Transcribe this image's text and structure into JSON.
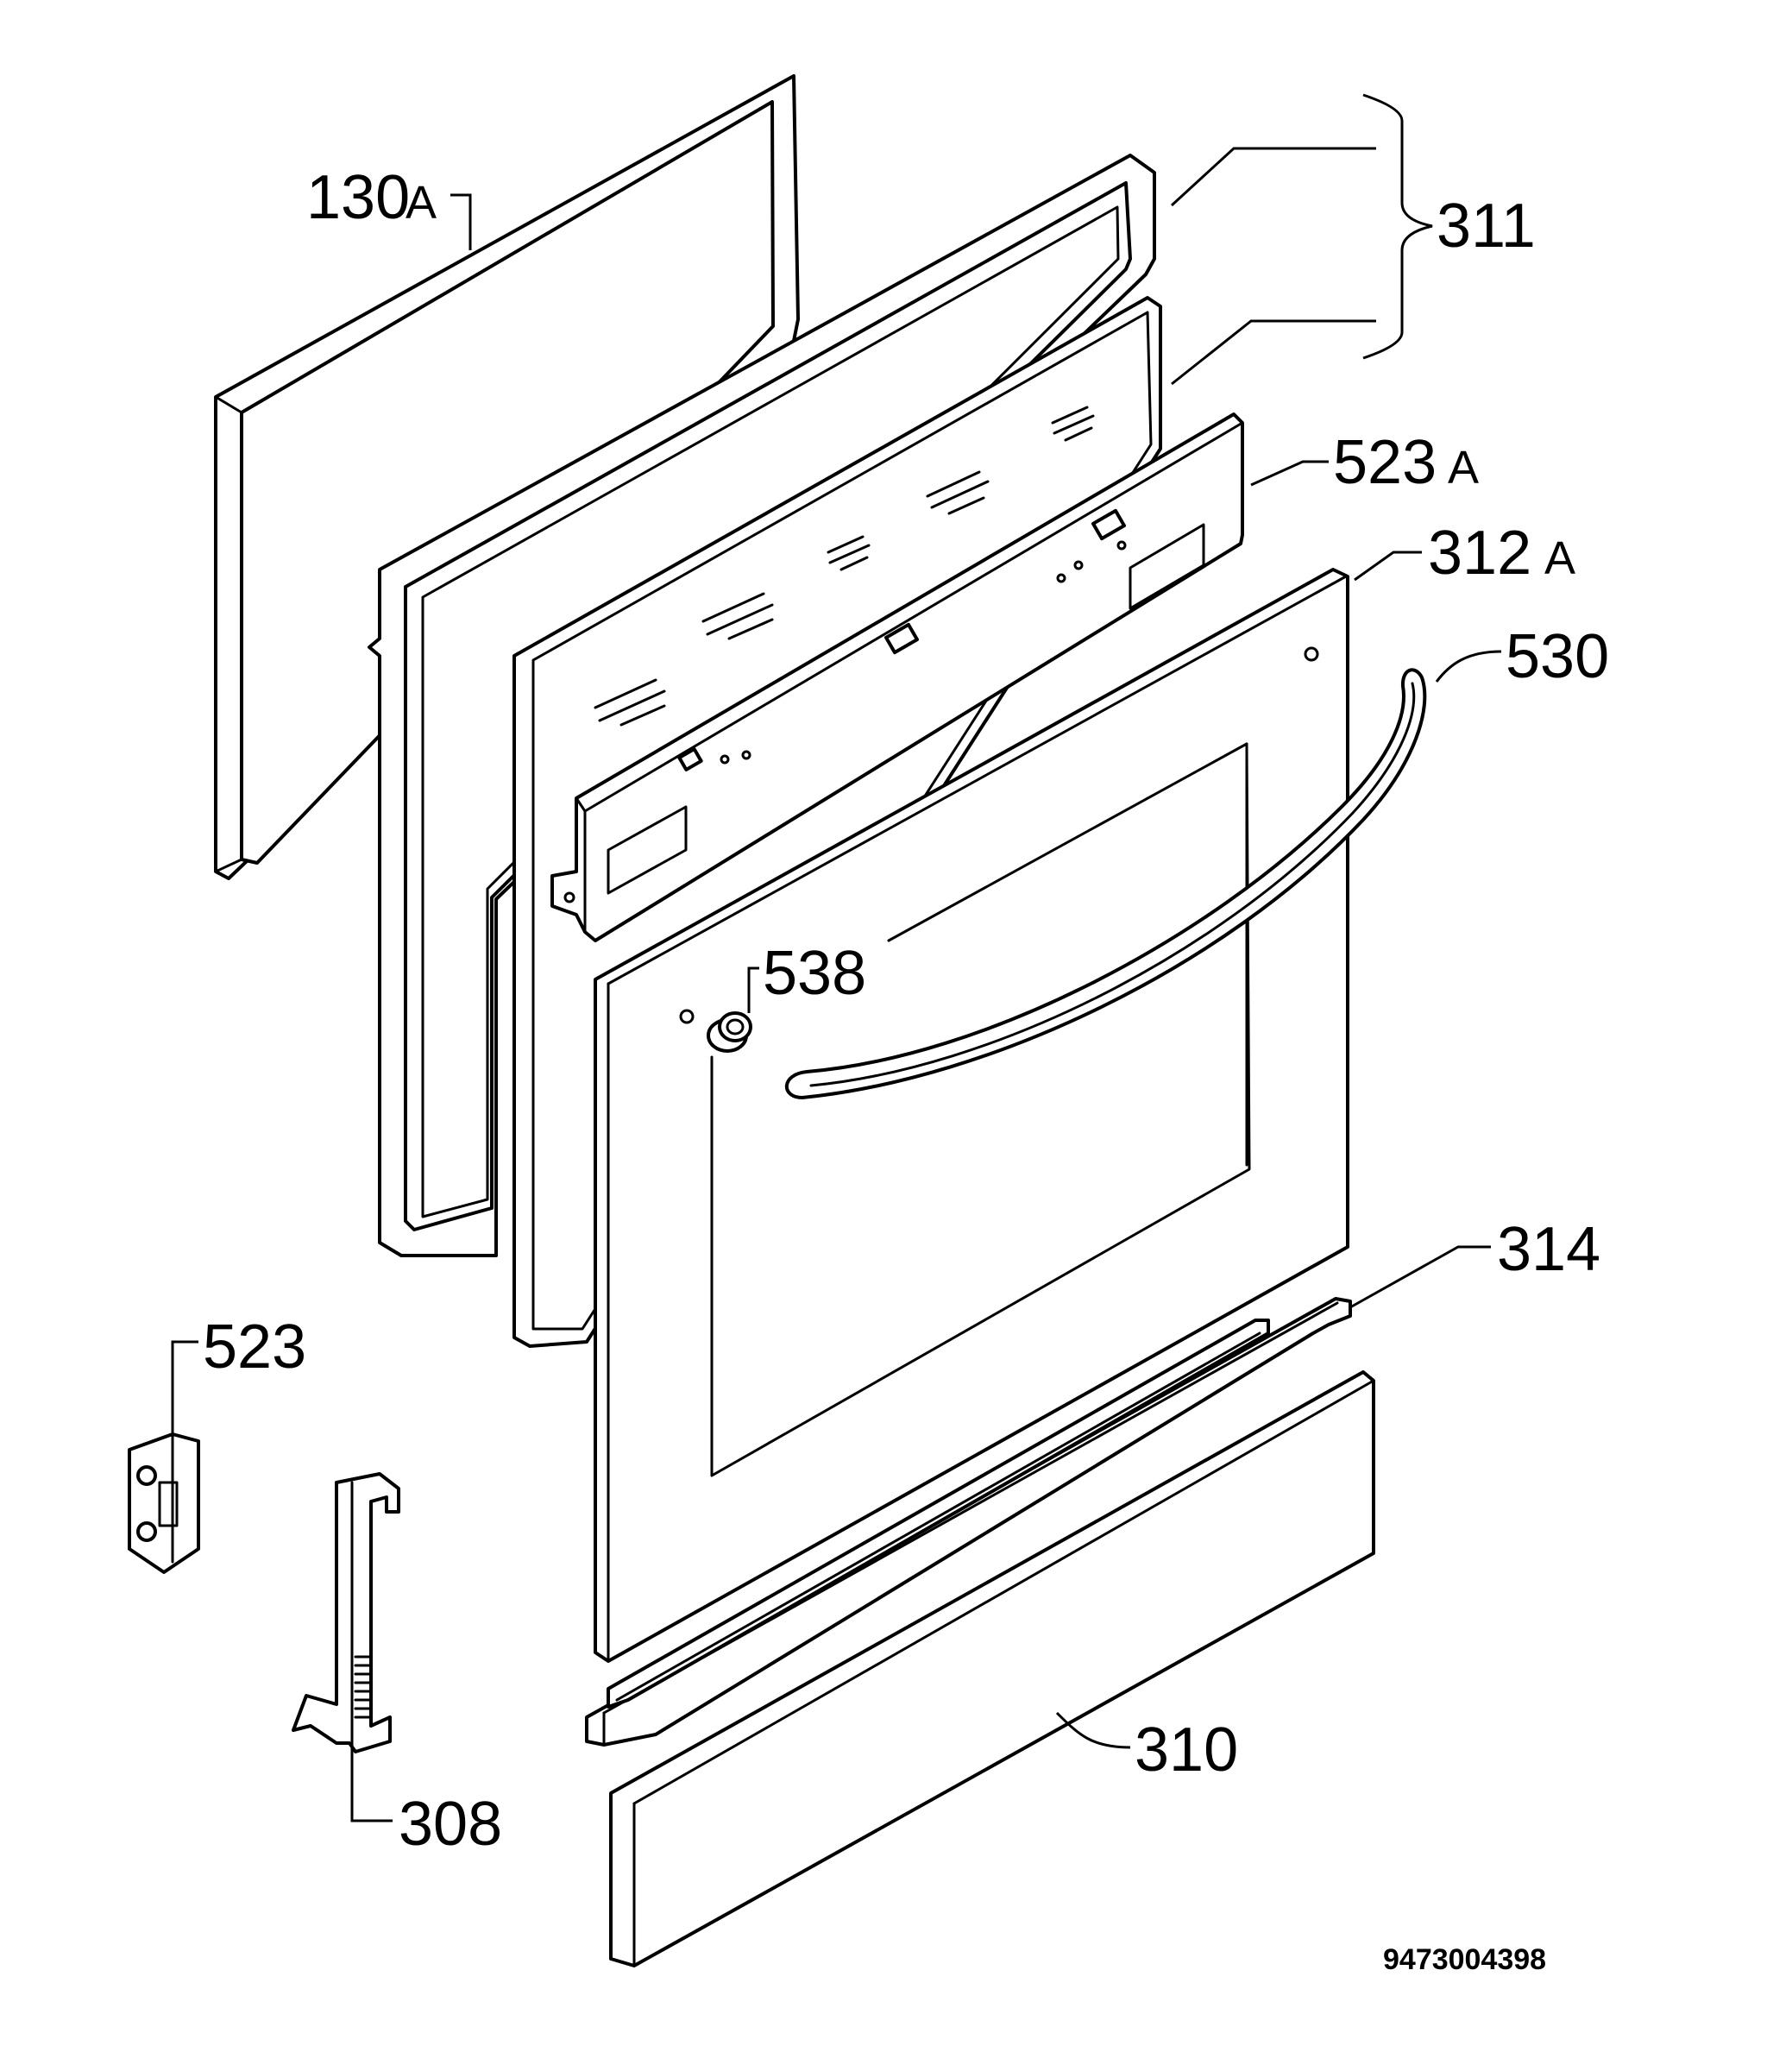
{
  "diagram": {
    "document_number": "9473004398",
    "callouts": [
      {
        "id": "p130a",
        "number": "130",
        "suffix": "A"
      },
      {
        "id": "p311",
        "number": "311",
        "suffix": ""
      },
      {
        "id": "p523a",
        "number": "523",
        "suffix": "A"
      },
      {
        "id": "p312a",
        "number": "312",
        "suffix": "A"
      },
      {
        "id": "p530",
        "number": "530",
        "suffix": ""
      },
      {
        "id": "p538",
        "number": "538",
        "suffix": ""
      },
      {
        "id": "p314",
        "number": "314",
        "suffix": ""
      },
      {
        "id": "p523",
        "number": "523",
        "suffix": ""
      },
      {
        "id": "p310",
        "number": "310",
        "suffix": ""
      },
      {
        "id": "p308",
        "number": "308",
        "suffix": ""
      }
    ]
  }
}
